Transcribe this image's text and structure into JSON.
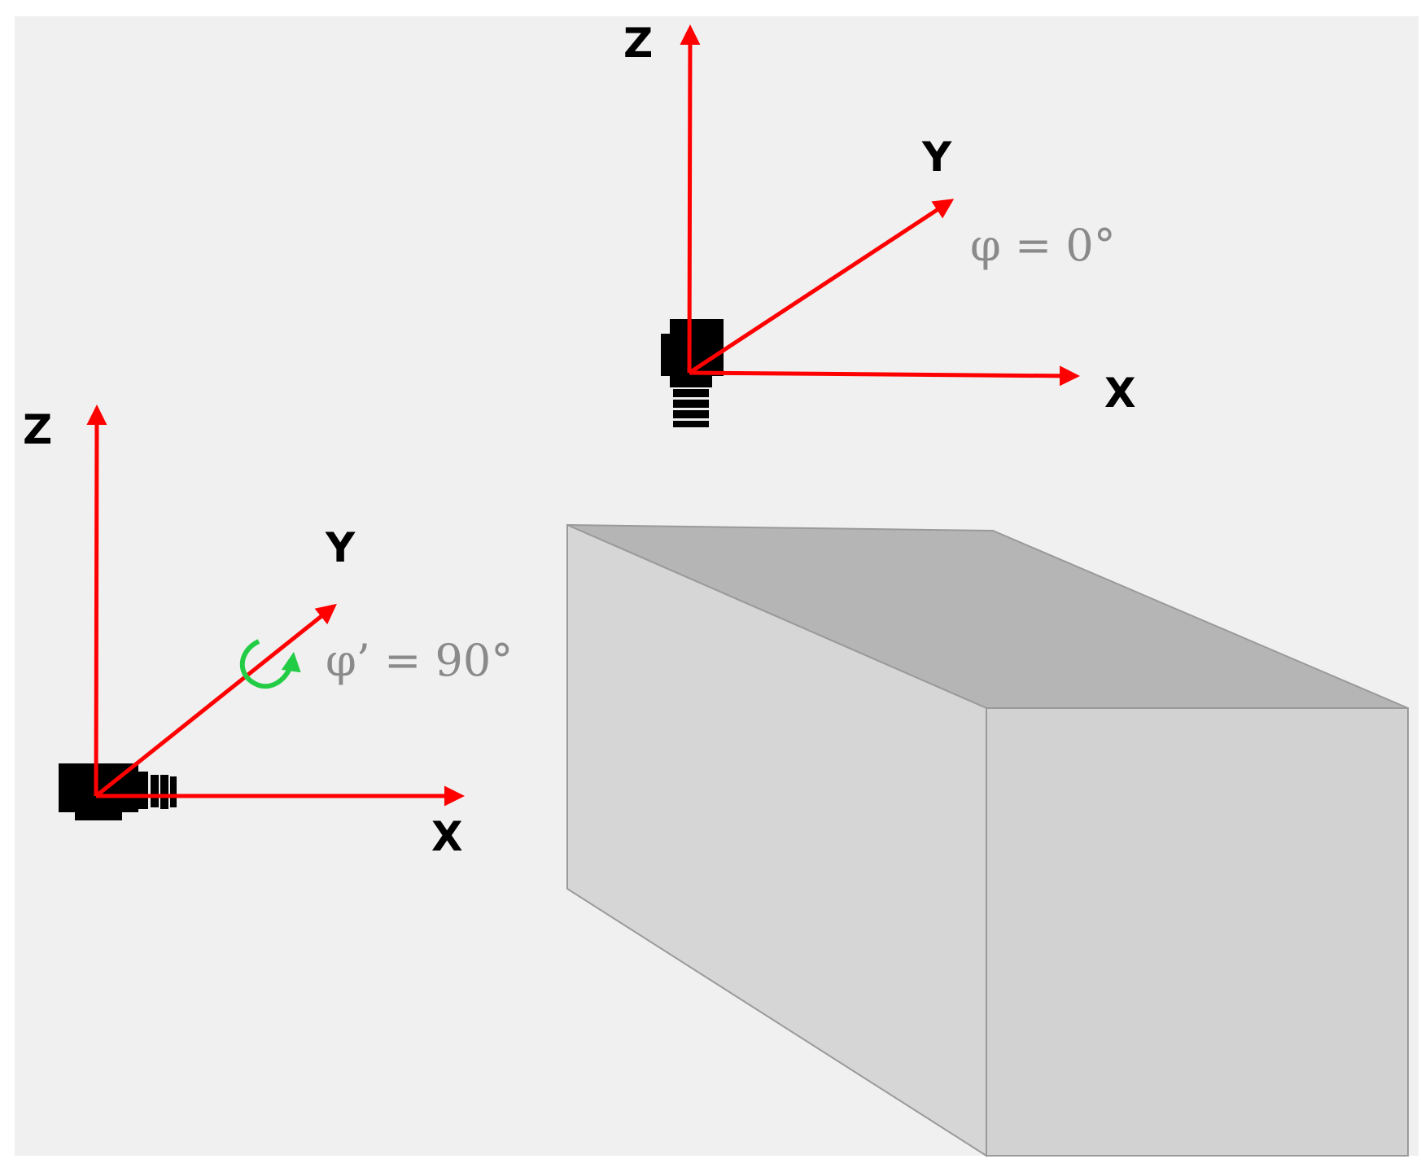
{
  "colors": {
    "background": "#f0f0f0",
    "axis": "#ff0000",
    "rotation_arrow": "#22cc44",
    "camera": "#000000",
    "box_front": "#d6d6d6",
    "box_side": "#d2d2d2",
    "box_top": "#b5b5b5",
    "angle_text": "#8a8a8a"
  },
  "top_frame": {
    "z_label": "Z",
    "y_label": "Y",
    "x_label": "X",
    "angle_label": "φ = 0°"
  },
  "left_frame": {
    "z_label": "Z",
    "y_label": "Y",
    "x_label": "X",
    "angle_label": "φ’ = 90°"
  },
  "icons": {
    "camera_top": "camera-icon",
    "camera_left": "camera-icon",
    "rotation": "rotation-arrow-icon"
  }
}
